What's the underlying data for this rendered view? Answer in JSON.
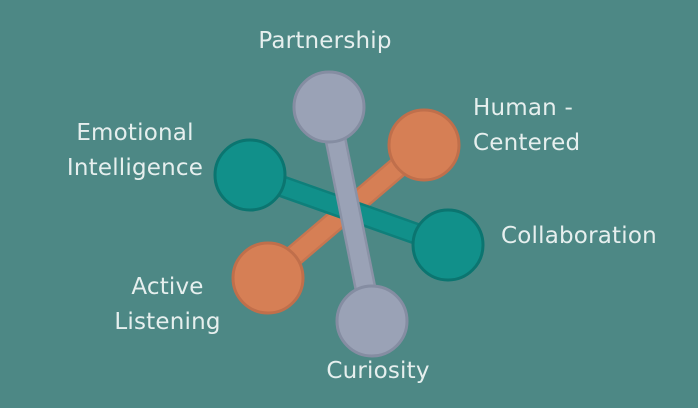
{
  "colors": {
    "background": "#4d8885",
    "teal": "#11908a",
    "orange": "#d67f55",
    "gray": "#9aa2b6",
    "text": "#e6efee"
  },
  "labels": {
    "partnership": "Partnership",
    "human_centered_line1": "Human -",
    "human_centered_line2": "Centered",
    "emotional_line1": "Emotional",
    "emotional_line2": "Intelligence",
    "collaboration": "Collaboration",
    "active_line1": "Active",
    "active_line2": "Listening",
    "curiosity": "Curiosity"
  }
}
